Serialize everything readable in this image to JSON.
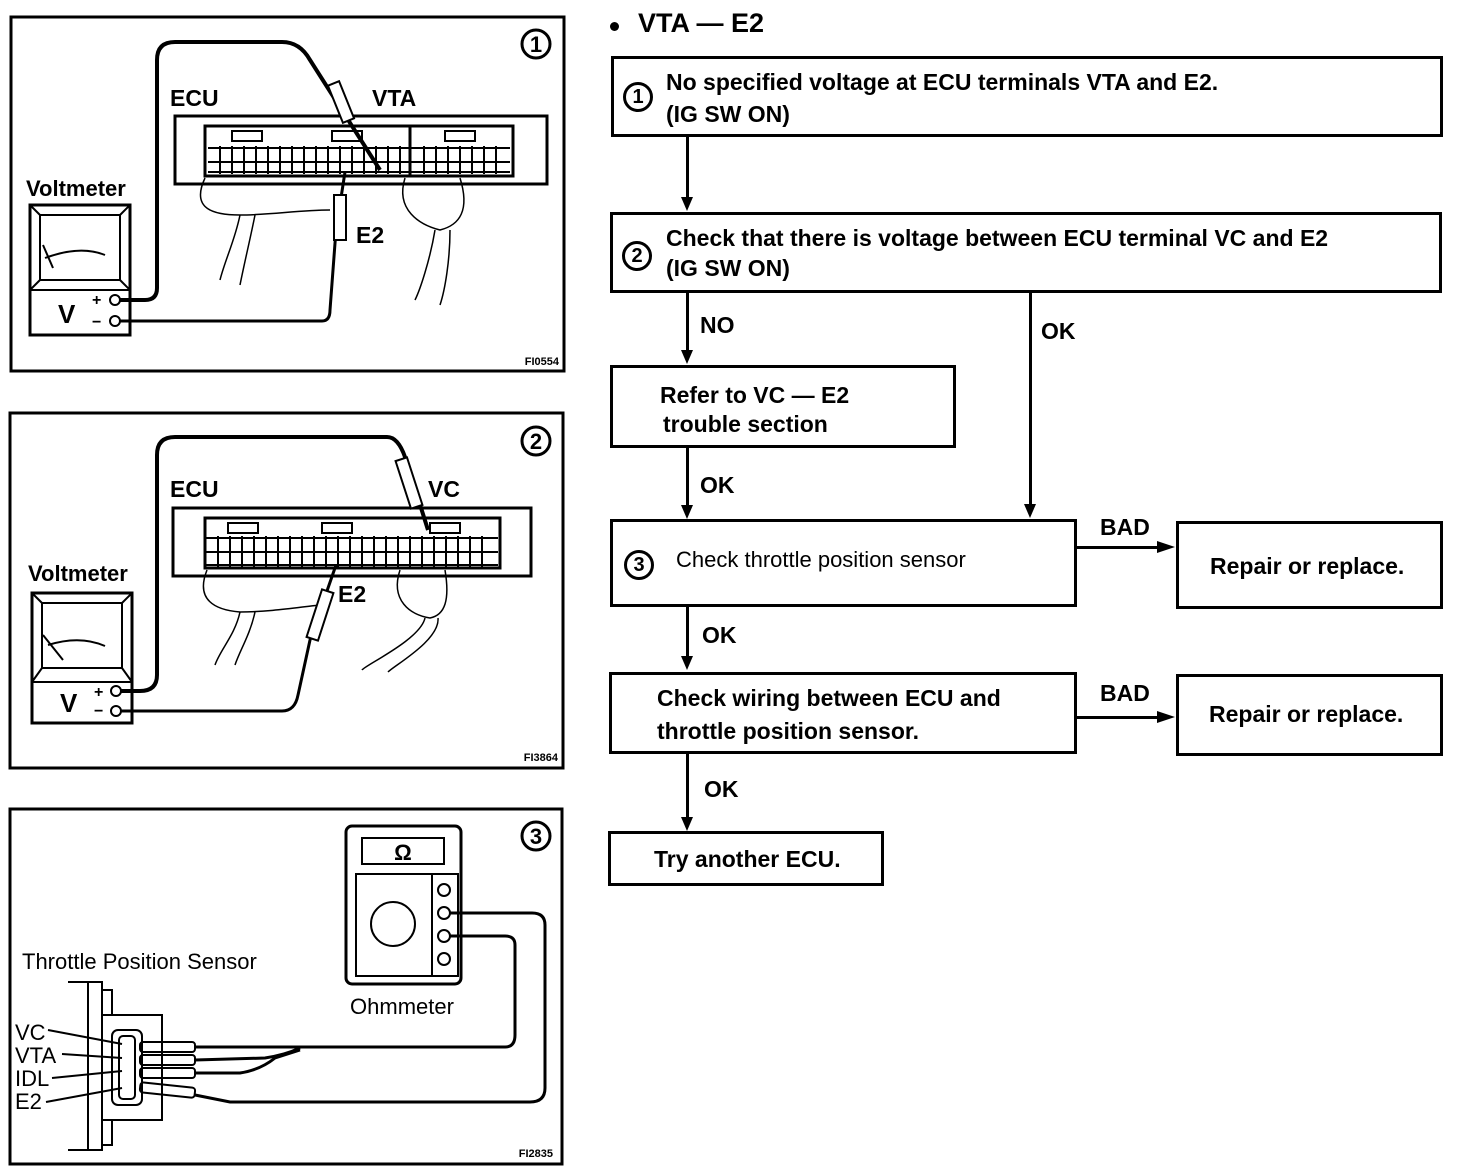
{
  "figures": [
    {
      "number": "1",
      "code": "FI0554",
      "ecu_label": "ECU",
      "probe_label": "VTA",
      "ground_label": "E2",
      "meter_label": "Voltmeter",
      "meter_unit": "V",
      "plus": "+",
      "minus": "−"
    },
    {
      "number": "2",
      "code": "FI3864",
      "ecu_label": "ECU",
      "probe_label": "VC",
      "ground_label": "E2",
      "meter_label": "Voltmeter",
      "meter_unit": "V",
      "plus": "+",
      "minus": "−"
    },
    {
      "number": "3",
      "code": "FI2835",
      "sensor_label": "Throttle Position Sensor",
      "meter_label": "Ohmmeter",
      "meter_symbol": "Ω",
      "terminals": [
        "VC",
        "VTA",
        "IDL",
        "E2"
      ]
    }
  ],
  "flowchart": {
    "title": "VTA — E2",
    "steps": [
      {
        "number": "1",
        "line1": "No specified voltage at ECU terminals VTA and E2.",
        "line2": "(IG SW ON)"
      },
      {
        "number": "2",
        "line1": "Check that there is voltage between ECU terminal VC and E2",
        "line2": "(IG SW ON)"
      },
      {
        "line1": "Refer to VC — E2",
        "line2": "trouble section"
      },
      {
        "number": "3",
        "line1": "Check throttle position sensor"
      },
      {
        "line1": "Check wiring between ECU and",
        "line2": "throttle position sensor."
      },
      {
        "line1": "Try another ECU."
      }
    ],
    "outcomes": {
      "repair1": "Repair or replace.",
      "repair2": "Repair or replace."
    },
    "edge_labels": {
      "no": "NO",
      "ok_right": "OK",
      "ok_refer": "OK",
      "bad1": "BAD",
      "ok_3": "OK",
      "bad2": "BAD",
      "ok_wiring": "OK"
    }
  }
}
